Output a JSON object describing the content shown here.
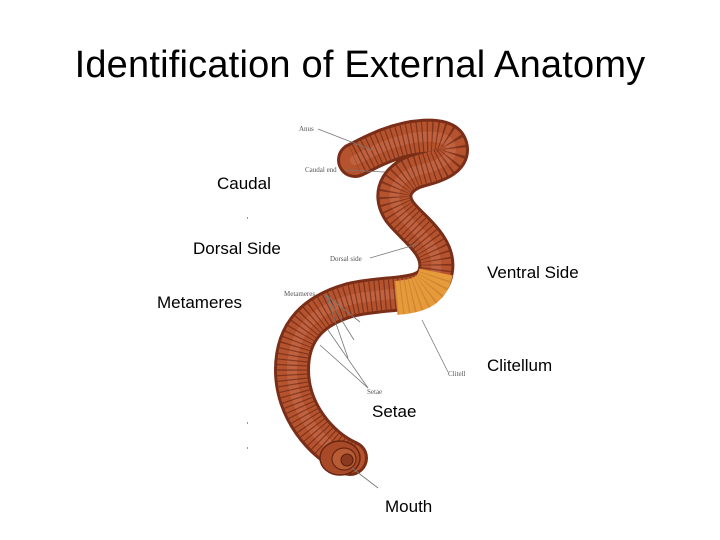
{
  "title": "Identification of External Anatomy",
  "labels": {
    "caudal": "Caudal",
    "dorsal_side": "Dorsal Side",
    "ventral_side": "Ventral Side",
    "metameres": "Metameres",
    "clitellum": "Clitellum",
    "setae": "Setae",
    "mouth": "Mouth"
  },
  "figure_labels": {
    "anus": "Anus",
    "caudal_end": "Caudal end",
    "dorsal_side": "Dorsal side",
    "metameres": "Metameres",
    "clitell": "Clitell",
    "setae": "Setae"
  },
  "colors": {
    "body": "#b5532e",
    "body_dark": "#7a2e18",
    "clitellum": "#e69a3a",
    "leader_line": "#777777"
  }
}
